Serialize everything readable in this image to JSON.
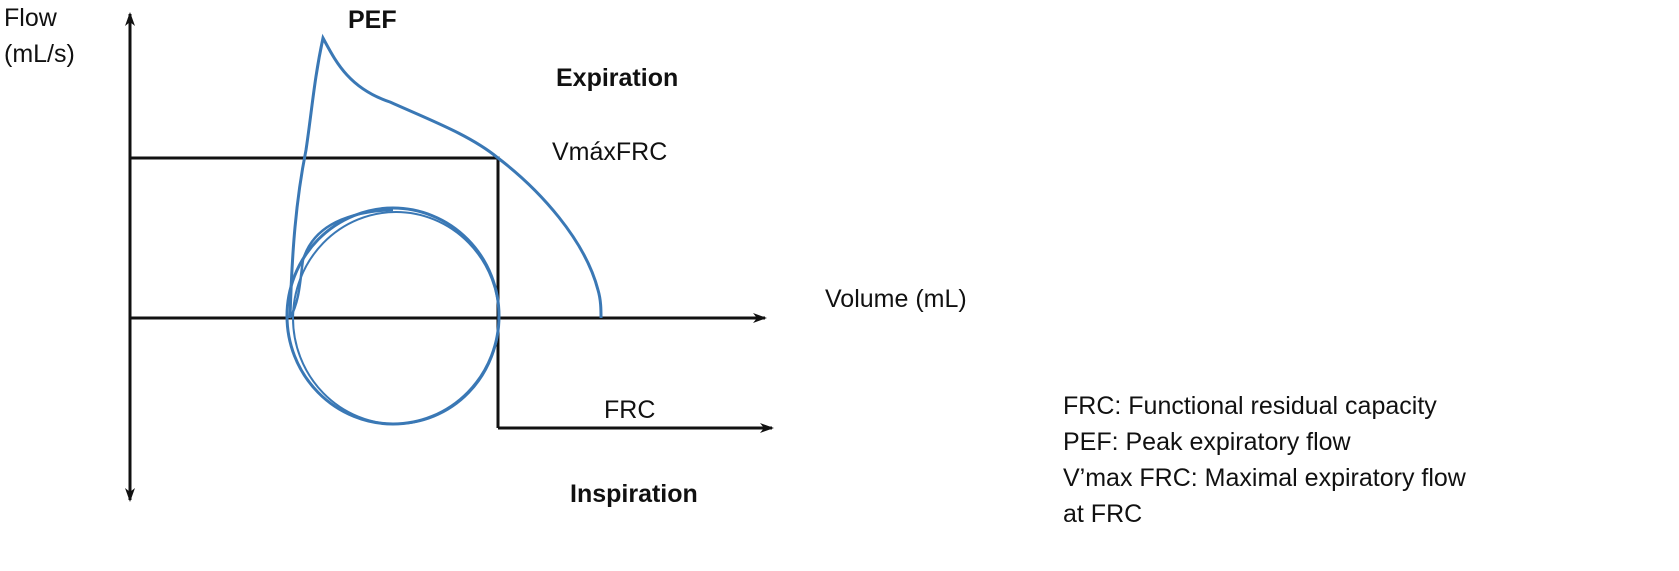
{
  "axes": {
    "y_label_line1": "Flow",
    "y_label_line2": "(mL/s)",
    "x_label": "Volume (mL)"
  },
  "labels": {
    "pef": "PEF",
    "expiration": "Expiration",
    "vmax_frc": "VmáxFRC",
    "frc": "FRC",
    "inspiration": "Inspiration"
  },
  "legend": [
    "FRC: Functional residual capacity",
    "PEF: Peak expiratory flow",
    "V’max FRC: Maximal expiratory flow",
    "at FRC"
  ],
  "colors": {
    "curve": "#3a78b5",
    "axes": "#111111"
  }
}
